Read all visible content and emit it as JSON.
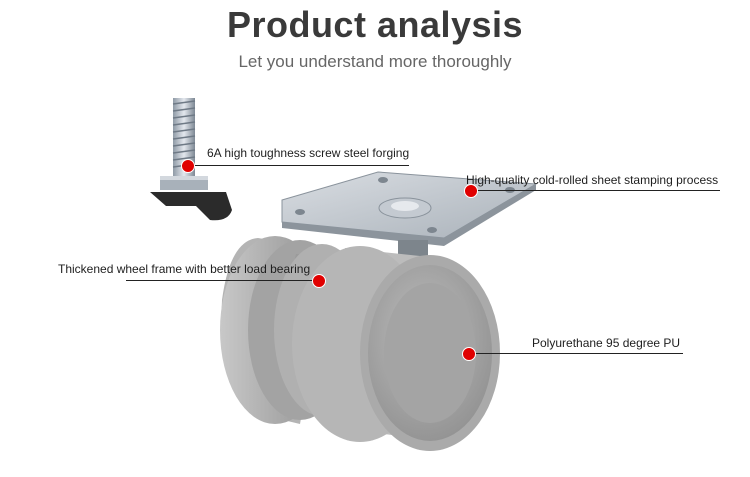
{
  "header": {
    "title": "Product analysis",
    "subtitle": "Let you understand more thoroughly"
  },
  "callouts": [
    {
      "id": "screw",
      "text": "6A high toughness screw steel forging"
    },
    {
      "id": "plate",
      "text": "High-quality cold-rolled sheet stamping process"
    },
    {
      "id": "frame",
      "text": "Thickened wheel frame with better load bearing"
    },
    {
      "id": "wheel",
      "text": "Polyurethane 95 degree PU"
    }
  ],
  "colors": {
    "marker": "#e00000",
    "wheel": "#a9a9a9",
    "metal": "#c8ccd0"
  }
}
